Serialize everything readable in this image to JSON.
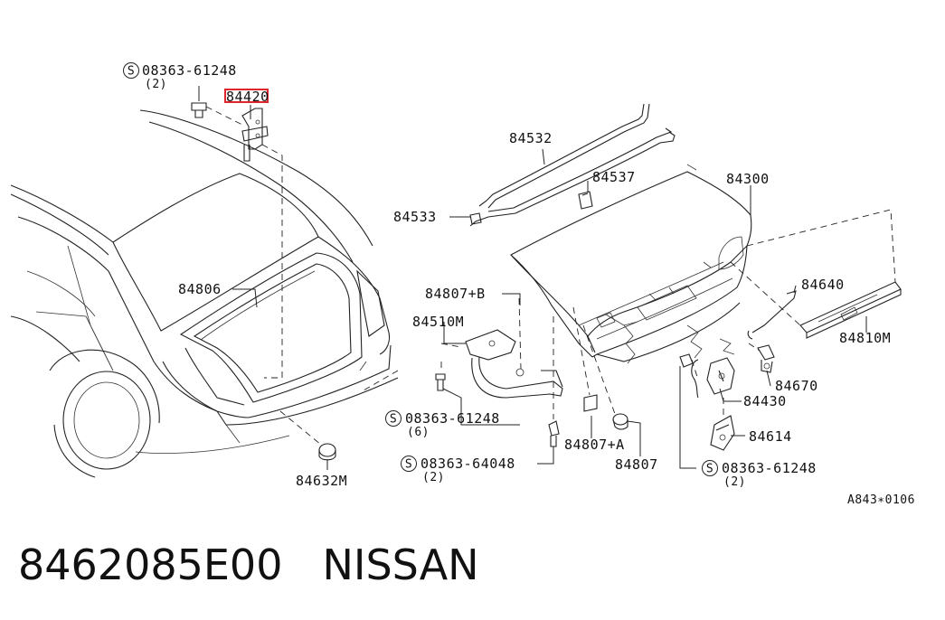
{
  "diagram": {
    "callouts": {
      "screw_top": {
        "spec": "08363-61248",
        "qty": "(2)"
      },
      "hinge_part": "84420",
      "rod_upper": "84532",
      "rod_clip": "84537",
      "rod_lower": "84533",
      "lid": "84300",
      "seal": "84806",
      "bracket_b": "84807+B",
      "hinge_m": "84510M",
      "screw_mid": {
        "spec": "08363-61248",
        "qty": "(6)"
      },
      "screw_low": {
        "spec": "08363-64048",
        "qty": "(2)"
      },
      "bumper_a": "84807+A",
      "bumper": "84807",
      "grommet": "84632M",
      "lock_rod": "84640",
      "emblem": "84810M",
      "cylinder": "84670",
      "lock": "84430",
      "striker": "84614",
      "screw_right": {
        "spec": "08363-61248",
        "qty": "(2)"
      },
      "drawing_code": "A843∗0106"
    },
    "screw_symbol": "S",
    "highlight_color": "#e0262b"
  },
  "footer": {
    "part_number": "8462085E00",
    "brand": "NISSAN"
  }
}
